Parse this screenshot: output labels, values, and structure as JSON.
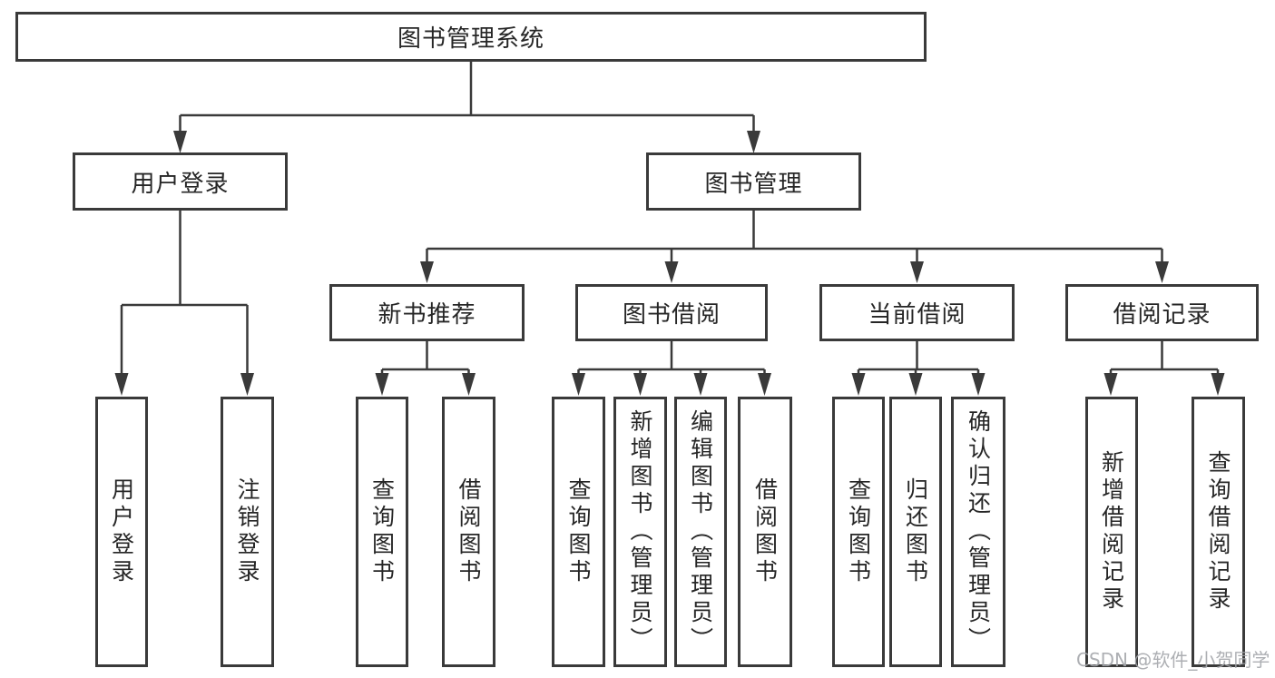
{
  "diagram": {
    "nodes": {
      "root": "图书管理系统",
      "user_login": "用户登录",
      "book_management": "图书管理",
      "new_book_recommend": "新书推荐",
      "book_borrowing": "图书借阅",
      "current_borrowing": "当前借阅",
      "borrowing_records": "借阅记录",
      "leaf_user_login": "用户登录",
      "leaf_logout": "注销登录",
      "leaf_rec_query_books": "查询图书",
      "leaf_rec_borrow_books": "借阅图书",
      "leaf_bb_query_books": "查询图书",
      "leaf_bb_add_books": "新增图书（管理员）",
      "leaf_bb_edit_books": "编辑图书（管理员）",
      "leaf_bb_borrow_books": "借阅图书",
      "leaf_cb_query_books": "查询图书",
      "leaf_cb_return_books": "归还图书",
      "leaf_cb_confirm_return": "确认归还（管理员）",
      "leaf_br_add_record": "新增借阅记录",
      "leaf_br_query_record": "查询借阅记录"
    },
    "watermark": "CSDN @软件_小贺同学",
    "colors": {
      "line": "#3a3a3a",
      "text": "#262626",
      "box_background": "#ffffff",
      "watermark": "#a4a6ab",
      "page_background": "#ffffff"
    }
  }
}
